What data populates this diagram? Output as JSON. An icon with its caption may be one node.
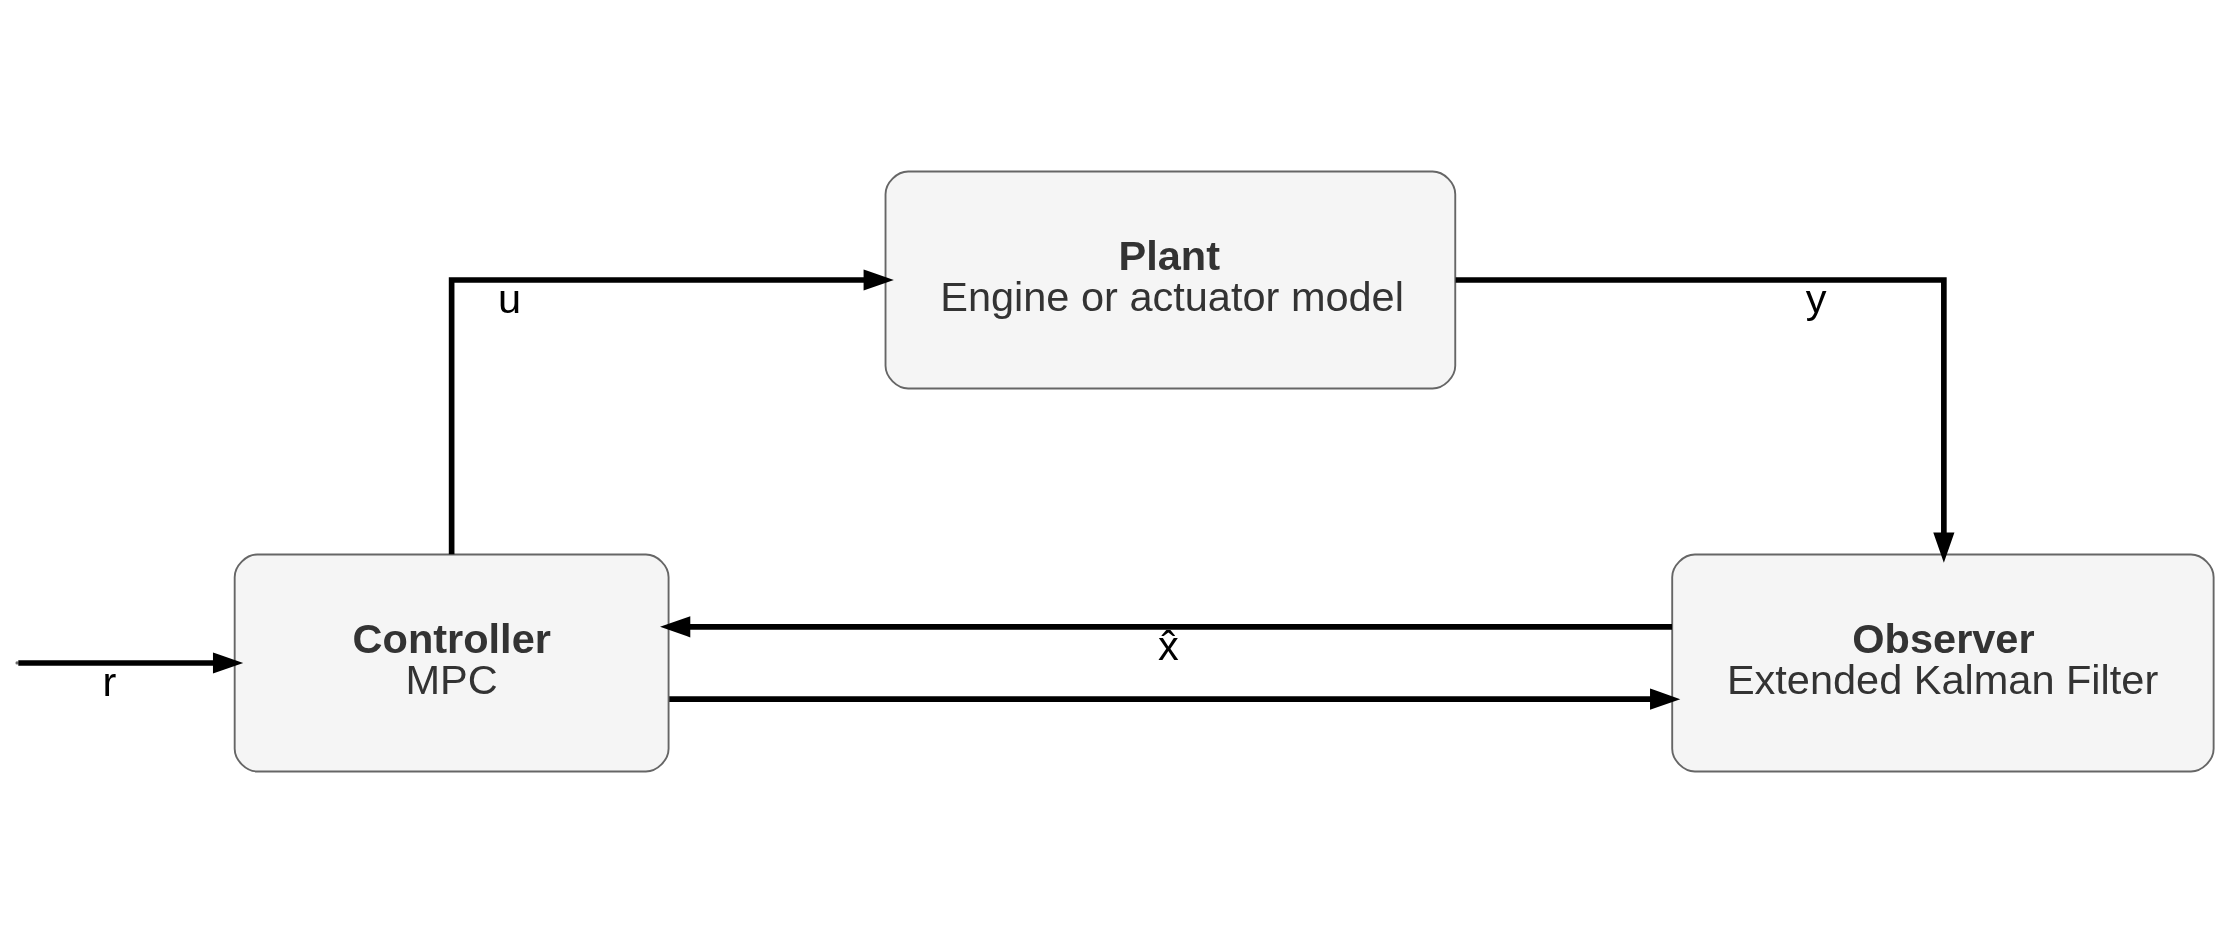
{
  "diagram": {
    "nodes": [
      {
        "text": [
          "Controller",
          "MPC"
        ]
      },
      {
        "text": [
          "Plant",
          "Engine or actuator model"
        ]
      },
      {
        "text": [
          "Observer",
          "Extended Kalman Filter"
        ]
      }
    ],
    "edges": [
      {
        "from": null,
        "to": 0,
        "arrow": "to",
        "label": "r"
      },
      {
        "from": 0,
        "to": 1,
        "arrow": "to",
        "label": "u"
      },
      {
        "from": 0,
        "to": 2,
        "arrow": "to"
      },
      {
        "from": 1,
        "to": 2,
        "arrow": "to",
        "label": "y"
      },
      {
        "from": 2,
        "to": 0,
        "arrow": "to",
        "label": "x̂"
      }
    ]
  }
}
